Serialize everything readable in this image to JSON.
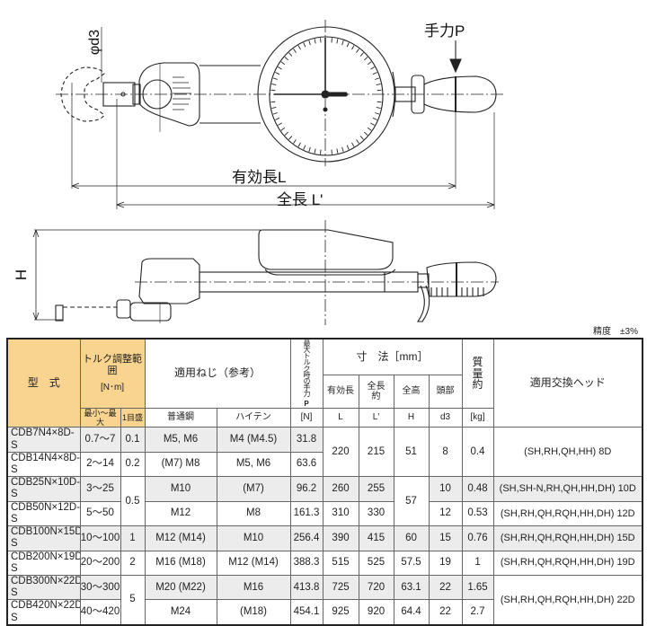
{
  "drawing": {
    "hand_force_label": "手力P",
    "d3_label": "φd3",
    "effective_length_label": "有効長L",
    "overall_length_label": "全長 L'",
    "height_label": "H"
  },
  "accuracy": "精度　±3%",
  "table": {
    "headers": {
      "model": "型　式",
      "torque_range": "トルク調整範囲",
      "torque_unit": "[N･m]",
      "torque_min_max": "最小～最大",
      "torque_graduation": "1目盛",
      "screws": "適用ねじ（参考）",
      "screws_normal": "普通鋼",
      "screws_high_tension": "ハイテン",
      "hand_force": "最大トルク時の手力",
      "hand_force_p": "P",
      "hand_force_unit": "[N]",
      "dimensions": "寸　法［mm］",
      "effective_length": "有効長",
      "overall_length": "全長約",
      "overall_height": "全高",
      "head": "頭部",
      "L": "L",
      "L_prime": "L'",
      "H": "H",
      "d3": "d3",
      "mass": "質量約",
      "mass_unit": "[kg]",
      "heads": "適用交換ヘッド"
    },
    "rows": [
      {
        "model": "CDB7N4×8D-S",
        "range": "0.7～7",
        "grad": "0.1",
        "normal": "M5, M6",
        "high": "M4 (M4.5)",
        "p": "31.8",
        "L": "220",
        "Lp": "215",
        "H": "51",
        "d3": "8",
        "mass": "0.4",
        "heads": "(SH,RH,QH,HH) 8D"
      },
      {
        "model": "CDB14N4×8D-S",
        "range": "2～14",
        "grad": "0.2",
        "normal": "(M7) M8",
        "high": "M5, M6",
        "p": "63.6"
      },
      {
        "model": "CDB25N×10D-S",
        "range": "3～25",
        "grad": "0.5",
        "normal": "M10",
        "high": "(M7)",
        "p": "96.2",
        "L": "260",
        "Lp": "255",
        "H": "57",
        "d3": "10",
        "mass": "0.48",
        "heads": "(SH,SH-N,RH,QH,HH,DH) 10D"
      },
      {
        "model": "CDB50N×12D-S",
        "range": "5～50",
        "normal": "M12",
        "high": "M8",
        "p": "161.3",
        "L": "310",
        "Lp": "330",
        "d3": "12",
        "mass": "0.53",
        "heads": "(SH,RH,QH,RQH,HH,DH) 12D"
      },
      {
        "model": "CDB100N×15D-S",
        "range": "10～100",
        "grad": "1",
        "normal": "M12 (M14)",
        "high": "M10",
        "p": "256.4",
        "L": "390",
        "Lp": "415",
        "H": "60",
        "d3": "15",
        "mass": "0.76",
        "heads": "(SH,RH,QH,RQH,HH,DH) 15D"
      },
      {
        "model": "CDB200N×19D-S",
        "range": "20～200",
        "grad": "2",
        "normal": "M16 (M18)",
        "high": "M12 (M14)",
        "p": "388.3",
        "L": "515",
        "Lp": "525",
        "H": "57.5",
        "d3": "19",
        "mass": "1",
        "heads": "(SH,RH,QH,RQH,HH,DH) 19D"
      },
      {
        "model": "CDB300N×22D-S",
        "range": "30～300",
        "grad": "5",
        "normal": "M20 (M22)",
        "high": "M16",
        "p": "413.8",
        "L": "725",
        "Lp": "720",
        "H": "63.1",
        "d3": "22",
        "mass": "1.65",
        "heads": "(SH,RH,QH,RQH,HH,DH) 22D"
      },
      {
        "model": "CDB420N×22D-S",
        "range": "40～420",
        "normal": "M24",
        "high": "(M18)",
        "p": "454.1",
        "L": "925",
        "Lp": "920",
        "H": "64.4",
        "d3": "22",
        "mass": "2.7"
      }
    ]
  }
}
